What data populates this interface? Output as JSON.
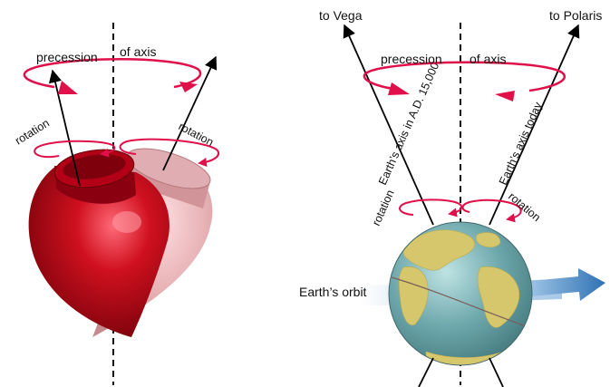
{
  "left_panel": {
    "precession_label_a": "precession",
    "precession_label_b": "of axis",
    "rotation_label_left": "rotation",
    "rotation_label_right": "rotation"
  },
  "right_panel": {
    "vega_label": "to Vega",
    "polaris_label": "to Polaris",
    "precession_label_a": "precession",
    "precession_label_b": "of axis",
    "axis_future_label": "Earth’s axis in A.D. 15,000",
    "axis_today_label": "Earth’s axis today",
    "rotation_label_left": "rotation",
    "rotation_label_right": "rotation",
    "orbit_label": "Earth’s orbit"
  },
  "colors": {
    "arrow_red": "#e0104a",
    "top_red": "#b30016",
    "ghost_top": "#d99ba0",
    "ocean": "#5e9aa0",
    "land": "#d6c66c",
    "orbit_blue": "#3276b3"
  }
}
